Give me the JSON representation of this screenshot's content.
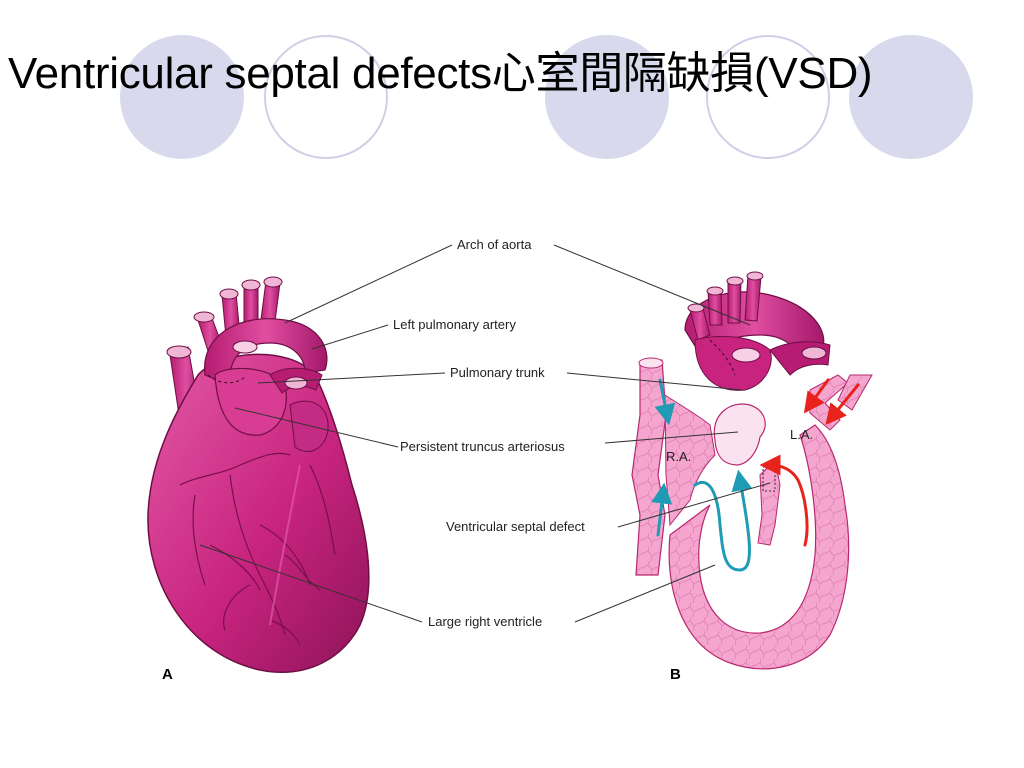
{
  "slide": {
    "title": "Ventricular septal defects心室間隔缺損(VSD)"
  },
  "diagram": {
    "labels": {
      "arch_of_aorta": "Arch of aorta",
      "left_pulmonary_artery": "Left pulmonary artery",
      "pulmonary_trunk": "Pulmonary trunk",
      "persistent_truncus_arteriosus": "Persistent truncus arteriosus",
      "ventricular_septal_defect": "Ventricular septal defect",
      "large_right_ventricle": "Large right ventricle"
    },
    "panels": {
      "a": "A",
      "b": "B"
    },
    "chambers": {
      "right_atrium": "R.A.",
      "left_atrium": "L.A."
    },
    "colors": {
      "heart_magenta": "#c8247f",
      "heart_dark": "#8e1458",
      "heart_light": "#e35aa6",
      "section_pink": "#f4a6cf",
      "deoxygenated_flow": "#1f9bb5",
      "oxygenated_flow": "#e8231b",
      "decor_circle": "#d9d9ee"
    }
  }
}
